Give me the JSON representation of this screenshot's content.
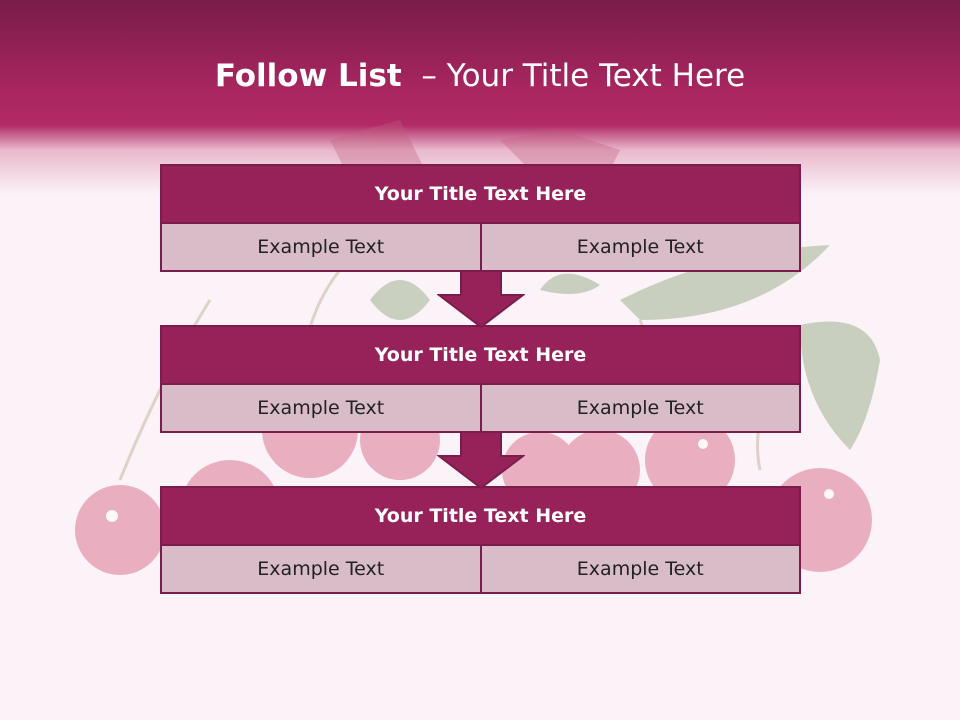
{
  "slide": {
    "title_bold": "Follow List",
    "title_rest": "– Your Title Text Here"
  },
  "blocks": [
    {
      "title": "Your Title Text Here",
      "left": "Example Text",
      "right": "Example Text"
    },
    {
      "title": "Your Title Text Here",
      "left": "Example Text",
      "right": "Example Text"
    },
    {
      "title": "Your Title Text Here",
      "left": "Example Text",
      "right": "Example Text"
    }
  ],
  "colors": {
    "header": "#a8265f",
    "block_title": "#97225a",
    "block_border": "#7b1d4c",
    "cell": "#d8bcc7",
    "background": "#fbf3f7"
  },
  "icons": {
    "arrow": "down-arrow-icon",
    "background": "cherries-illustration"
  }
}
